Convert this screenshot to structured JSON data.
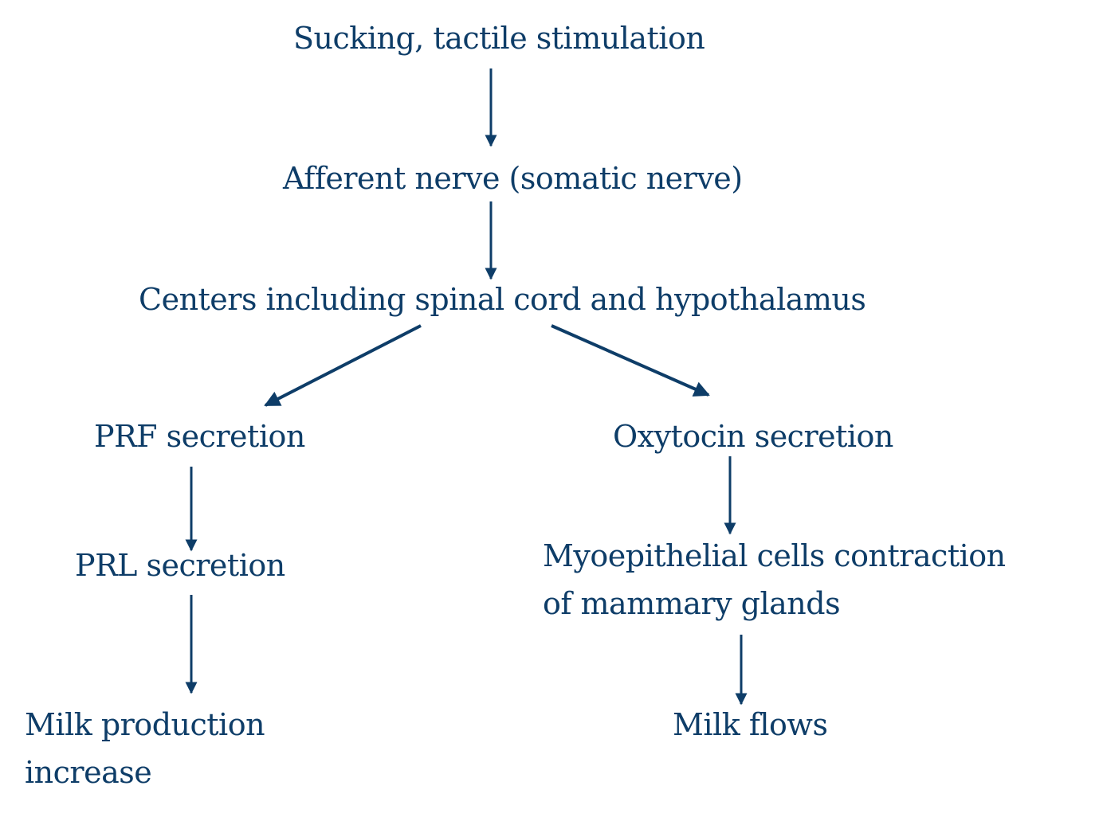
{
  "colors": {
    "text": "#0e3d68",
    "arrow": "#0e3d68",
    "background": "#ffffff"
  },
  "nodes": {
    "stimulus": "Sucking, tactile stimulation",
    "afferent": "Afferent nerve (somatic  nerve)",
    "centers": "Centers including spinal cord and hypothalamus",
    "prf": "PRF secretion",
    "oxytocin": "Oxytocin secretion",
    "prl": "PRL secretion",
    "myo_line1": "Myoepithelial cells contraction",
    "myo_line2": "of mammary glands",
    "milk_prod_line1": "Milk production",
    "milk_prod_line2": "increase",
    "milk_flows": "Milk flows"
  },
  "edges": [
    {
      "from": "stimulus",
      "to": "afferent"
    },
    {
      "from": "afferent",
      "to": "centers"
    },
    {
      "from": "centers",
      "to": "prf"
    },
    {
      "from": "centers",
      "to": "oxytocin"
    },
    {
      "from": "prf",
      "to": "prl"
    },
    {
      "from": "prl",
      "to": "milk_production_increase"
    },
    {
      "from": "oxytocin",
      "to": "myoepithelial_contraction"
    },
    {
      "from": "myoepithelial_contraction",
      "to": "milk_flows"
    }
  ]
}
